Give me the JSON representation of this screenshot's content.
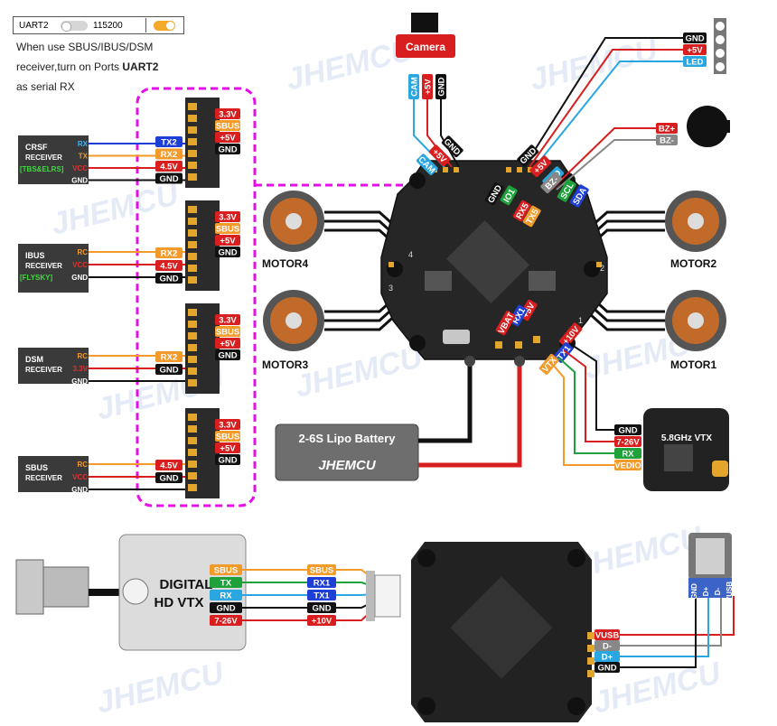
{
  "colors": {
    "pink": "#e60ee6",
    "red": "#d81e1e",
    "orange": "#f29a2a",
    "blue": "#1d3fd6",
    "cyan": "#2aa6e0",
    "green": "#1ea13a",
    "black": "#111111",
    "board": "#2a2a2a",
    "pad": "#e3a52c",
    "gray": "#888888"
  },
  "uart_setting": {
    "port": "UART2",
    "baud": "115200"
  },
  "note": {
    "line1": "When use SBUS/IBUS/DSM",
    "line2_prefix": "receiver,turn on Ports ",
    "line2_bold": "UART2",
    "line3": "as serial RX"
  },
  "watermark": "JHEMCU",
  "receivers": [
    {
      "name": "CRSF",
      "sub": "RECEIVER",
      "tag": "[TBS&ELRS]",
      "pins": [
        "RX",
        "TX",
        "VCC",
        "GND"
      ],
      "wires": [
        "TX2",
        "RX2",
        "4.5V",
        "GND"
      ],
      "pads": [
        "3.3V",
        "SBUS",
        "+5V",
        "GND"
      ]
    },
    {
      "name": "IBUS",
      "sub": "RECEIVER",
      "tag": "[FLYSKY]",
      "pins": [
        "RC",
        "VCC",
        "GND"
      ],
      "wires": [
        "RX2",
        "4.5V",
        "GND"
      ],
      "pads": [
        "3.3V",
        "SBUS",
        "+5V",
        "GND"
      ]
    },
    {
      "name": "DSM",
      "sub": "RECEIVER",
      "pins": [
        "RC",
        "3.3V",
        "GND"
      ],
      "wires": [
        "RX2",
        "GND"
      ],
      "pads": [
        "3.3V",
        "SBUS",
        "+5V",
        "GND"
      ]
    },
    {
      "name": "SBUS",
      "sub": "RECEIVER",
      "pins": [
        "RC",
        "VCC",
        "GND"
      ],
      "wires": [
        "4.5V",
        "GND"
      ],
      "pads": [
        "3.3V",
        "SBUS",
        "+5V",
        "GND"
      ]
    }
  ],
  "camera": {
    "label": "Camera",
    "pins": [
      "CAM",
      "+5V",
      "GND"
    ],
    "board_pins": [
      "GND",
      "+5V",
      "CAM"
    ]
  },
  "led": {
    "pins": [
      "GND",
      "+5V",
      "LED"
    ],
    "board_pins": [
      "GND",
      "+5V",
      "LED"
    ]
  },
  "buzzer": {
    "pins": [
      "BZ+",
      "BZ-"
    ],
    "board_pins": [
      "BZ-"
    ]
  },
  "i2c": [
    "SCL",
    "SDA"
  ],
  "fc_pads": [
    "GND",
    "IO1",
    "RX5",
    "TX5",
    "+5V",
    "RX1",
    "VBAT",
    "+10V",
    "TX1",
    "VTX"
  ],
  "motors": [
    "MOTOR4",
    "MOTOR2",
    "MOTOR3",
    "MOTOR1"
  ],
  "battery": {
    "label": "2-6S Lipo Battery",
    "brand": "JHEMCU"
  },
  "analog_vtx": {
    "label": "5.8GHz VTX",
    "pins": [
      "GND",
      "7-26V",
      "RX",
      "VEDIO"
    ]
  },
  "digital_vtx": {
    "line1": "DIGITAL",
    "line2": "HD  VTX",
    "pins": [
      "SBUS",
      "TX",
      "RX",
      "GND",
      "7-26V"
    ],
    "wires": [
      "SBUS",
      "RX1",
      "TX1",
      "GND",
      "+10V"
    ]
  },
  "usb": {
    "pins": [
      "VUSB",
      "D-",
      "D+",
      "GND"
    ],
    "conn": [
      "GND",
      "D+",
      "D-",
      "VUSB"
    ]
  },
  "board_numbers": [
    "1",
    "2",
    "3",
    "4"
  ]
}
